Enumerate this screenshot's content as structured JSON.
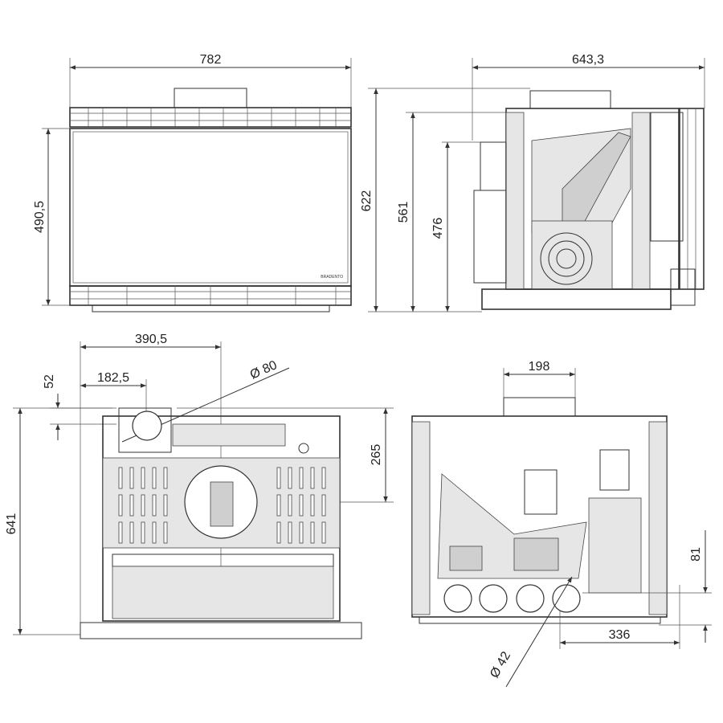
{
  "drawing": {
    "front_view": {
      "width_label": "782",
      "glass_height_label": "490,5"
    },
    "side_view": {
      "depth_label": "643,3",
      "height_total_label": "622",
      "height_body_label": "561",
      "height_outlet_label": "476"
    },
    "top_view": {
      "offset_center_label": "390,5",
      "offset_flue_label": "182,5",
      "flue_diameter_label": "Ø 80",
      "flue_edge_label": "52",
      "depth_label": "641",
      "axis_label": "265"
    },
    "rear_view": {
      "spacing_label": "198",
      "air_diameter_label": "Ø 42",
      "air_height_label": "81",
      "air_offset_label": "336"
    },
    "brand_mark": "BRADENTO"
  }
}
